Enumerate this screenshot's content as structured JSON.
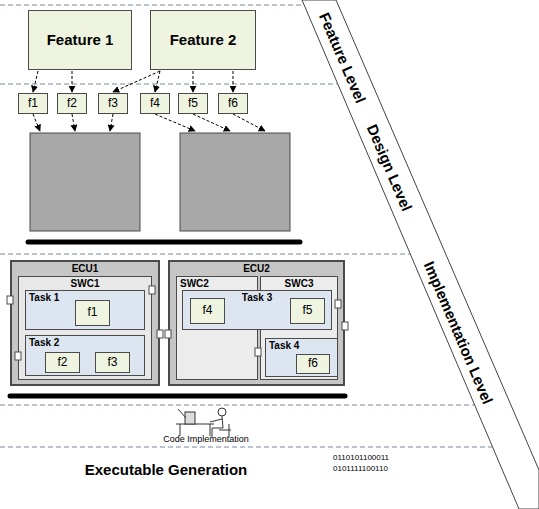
{
  "diagram": {
    "nodes": [
      {
        "text": [
          "Feature 1"
        ]
      },
      {
        "text": [
          "Feature 2"
        ]
      },
      {
        "text": [
          "f1"
        ]
      },
      {
        "text": [
          "f2"
        ]
      },
      {
        "text": [
          "f3"
        ]
      },
      {
        "text": [
          "f4"
        ]
      },
      {
        "text": [
          "f5"
        ]
      },
      {
        "text": [
          "f6"
        ]
      },
      {
        "text": [
          "ECU1"
        ]
      },
      {
        "text": [
          "SWC1"
        ],
        "in": 8
      },
      {
        "text": [
          "Task 1"
        ],
        "in": 9
      },
      {
        "text": [
          "f1"
        ],
        "in": 10
      },
      {
        "text": [
          "Task 2"
        ],
        "in": 9
      },
      {
        "text": [
          "f2"
        ],
        "in": 12
      },
      {
        "text": [
          "f3"
        ],
        "in": 12
      },
      {
        "text": [
          "ECU2"
        ]
      },
      {
        "text": [
          "SWC2"
        ],
        "in": 15
      },
      {
        "text": [
          "SWC3"
        ],
        "in": 15
      },
      {
        "text": [
          "Task 3"
        ],
        "in": 15
      },
      {
        "text": [
          "f4"
        ],
        "in": 18
      },
      {
        "text": [
          "f5"
        ],
        "in": 18
      },
      {
        "text": [
          "Task 4"
        ],
        "in": 17
      },
      {
        "text": [
          "f6"
        ],
        "in": 21
      }
    ],
    "edges": [
      {
        "from": 0,
        "to": 2,
        "arrow": "to"
      },
      {
        "from": 0,
        "to": 3,
        "arrow": "to"
      },
      {
        "from": 1,
        "to": 4,
        "arrow": "to"
      },
      {
        "from": 1,
        "to": 5,
        "arrow": "to"
      },
      {
        "from": 1,
        "to": 6,
        "arrow": "to"
      },
      {
        "from": 1,
        "to": 7,
        "arrow": "to"
      }
    ],
    "labels": [
      "Feature Level",
      "Design Level",
      "Implementation Level",
      "Code Implementation",
      "Executable Generation",
      "0110101100011",
      "0101111100110"
    ]
  }
}
